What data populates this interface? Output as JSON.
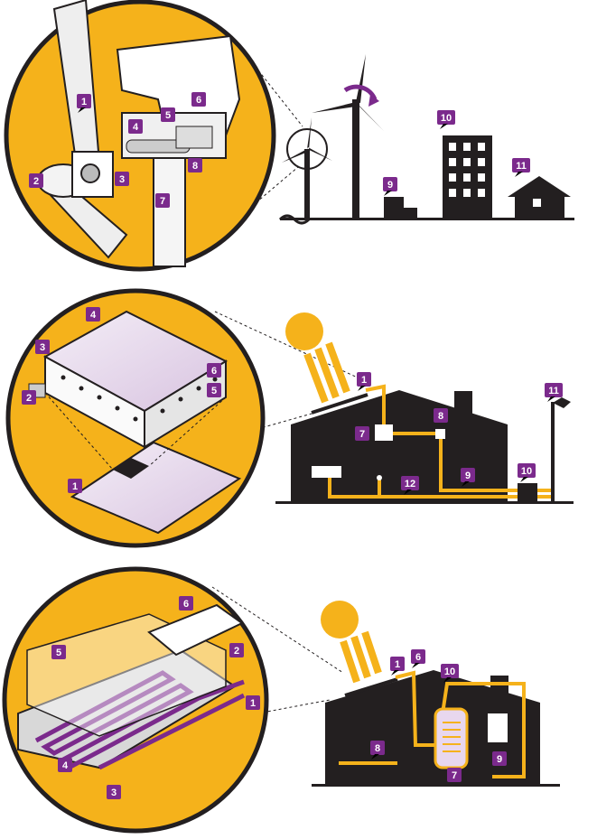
{
  "colors": {
    "yellow": "#f5b21b",
    "purple": "#7b2a8c",
    "black": "#231f20"
  },
  "wind": {
    "labels": [
      "1",
      "2",
      "3",
      "4",
      "5",
      "6",
      "7",
      "8",
      "9",
      "10",
      "11"
    ]
  },
  "solar_pv": {
    "labels": [
      "1",
      "2",
      "3",
      "4",
      "5",
      "6",
      "1",
      "7",
      "8",
      "9",
      "10",
      "11",
      "12"
    ]
  },
  "solar_thermal": {
    "labels": [
      "1",
      "2",
      "3",
      "4",
      "5",
      "6",
      "1",
      "6",
      "7",
      "8",
      "9",
      "10"
    ]
  }
}
